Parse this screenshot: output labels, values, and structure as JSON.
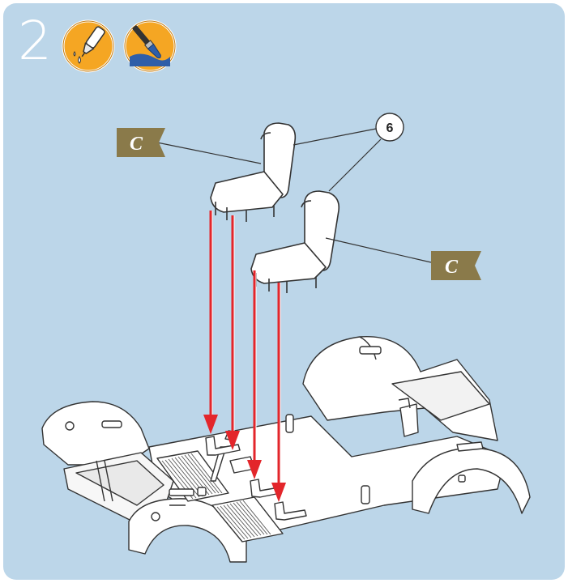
{
  "step": {
    "number": "2"
  },
  "tools": [
    {
      "icon": "glue-dropper-icon"
    },
    {
      "icon": "paint-brush-icon"
    }
  ],
  "callouts": [
    {
      "quantity": "6"
    }
  ],
  "paint_flags": [
    {
      "label": "C"
    },
    {
      "label": "C"
    }
  ],
  "colors": {
    "background": "#bcd6e9",
    "icon_orange": "#f5a623",
    "flag": "#8a7a4a",
    "arrow": "#e3262b"
  }
}
